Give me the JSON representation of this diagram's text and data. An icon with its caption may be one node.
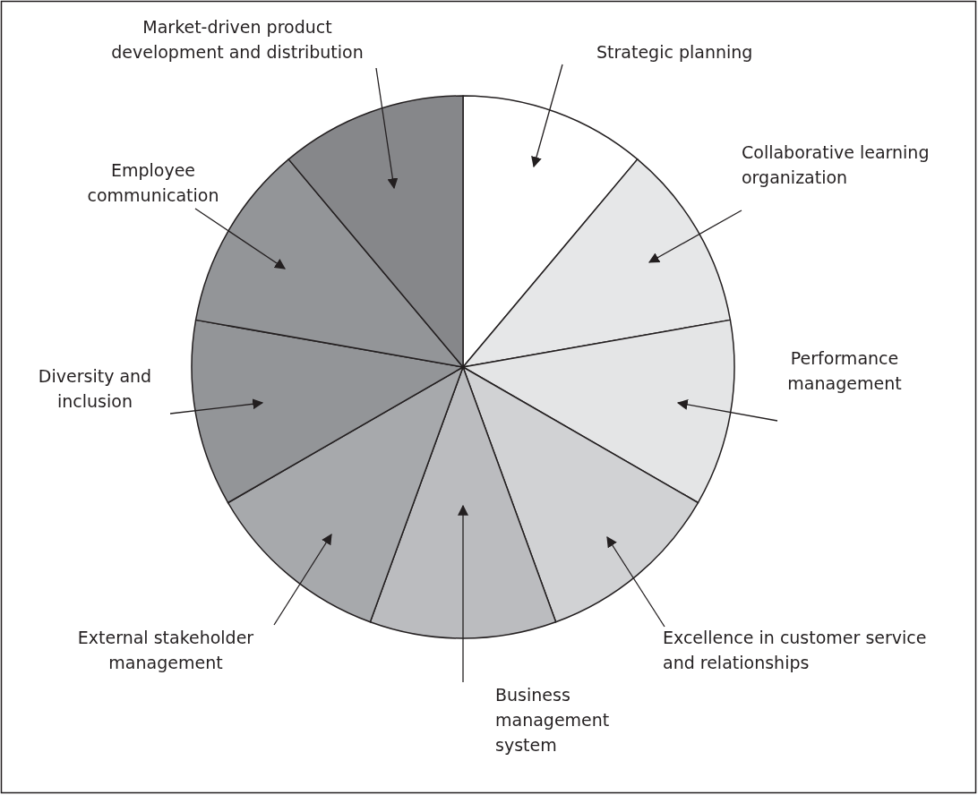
{
  "diagram": {
    "nodes": [
      {
        "text": [
          "Market-driven product development and distribution"
        ]
      },
      {
        "text": [
          "Strategic planning"
        ]
      },
      {
        "text": [
          "Collaborative learning organization"
        ]
      },
      {
        "text": [
          "Employee communication"
        ]
      },
      {
        "text": [
          "Performance management"
        ]
      },
      {
        "text": [
          "Diversity and inclusion"
        ]
      },
      {
        "text": [
          "External stakeholder management"
        ]
      },
      {
        "text": [
          "Excellence in customer service and relationships"
        ]
      },
      {
        "text": [
          "Business management system"
        ]
      },
      {
        "text": [],
        "shape": "wedge"
      },
      {
        "text": [],
        "shape": "wedge"
      },
      {
        "text": [],
        "shape": "wedge"
      },
      {
        "text": [],
        "shape": "wedge"
      },
      {
        "text": [],
        "shape": "wedge"
      },
      {
        "text": [],
        "shape": "wedge"
      },
      {
        "text": [],
        "shape": "wedge"
      },
      {
        "text": [],
        "shape": "wedge"
      },
      {
        "text": [],
        "shape": "wedge"
      }
    ],
    "edges": [
      {
        "from": 0,
        "to": 17,
        "arrow": "to"
      },
      {
        "from": 1,
        "to": 9,
        "arrow": "to"
      },
      {
        "from": 2,
        "to": 10,
        "arrow": "to"
      },
      {
        "from": 3,
        "to": 16,
        "arrow": "to"
      },
      {
        "from": 4,
        "to": 11,
        "arrow": "to"
      },
      {
        "from": 5,
        "to": 15,
        "arrow": "to"
      },
      {
        "from": 6,
        "to": 14,
        "arrow": "to"
      },
      {
        "from": 7,
        "to": 12,
        "arrow": "to"
      },
      {
        "from": 8,
        "to": 13,
        "arrow": "to"
      }
    ]
  }
}
